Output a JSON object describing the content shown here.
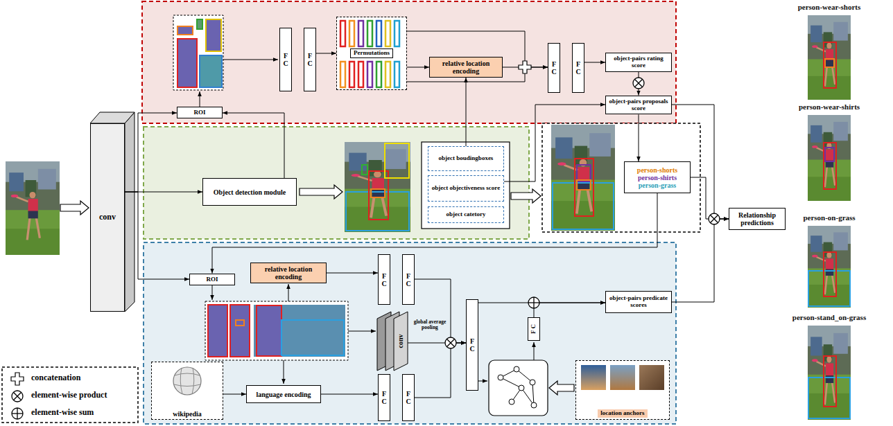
{
  "diagram": {
    "nodes": [
      {
        "text": [
          "F C"
        ]
      },
      {
        "text": [
          "F C"
        ]
      },
      {
        "text": [
          "Permutations"
        ]
      },
      {
        "text": [
          "relative location encoding"
        ]
      },
      {
        "text": [
          "F C"
        ]
      },
      {
        "text": [
          "F C"
        ]
      },
      {
        "text": [
          "object-pairs rating score"
        ]
      },
      {
        "text": [
          "object-pairs proposals score"
        ]
      },
      {
        "text": [
          "ROI"
        ]
      },
      {
        "text": [
          "conv"
        ]
      },
      {
        "text": [
          "Object detection module"
        ]
      },
      {
        "text": [
          "object boudingboxes"
        ]
      },
      {
        "text": [
          "object objectiveness score"
        ]
      },
      {
        "text": [
          "object catetory"
        ]
      },
      {
        "text": [
          "person-shorts",
          "person-shirts",
          "person-grass"
        ]
      },
      {
        "text": [
          "Relationship predictions"
        ]
      },
      {
        "text": [
          "ROI"
        ]
      },
      {
        "text": [
          "relative location encoding"
        ]
      },
      {
        "text": [
          "F C"
        ]
      },
      {
        "text": [
          "F C"
        ]
      },
      {
        "text": [
          "conv"
        ]
      },
      {
        "text": [
          "F C"
        ]
      },
      {
        "text": [
          "F C"
        ]
      },
      {
        "text": [
          "object-pairs predicate scores"
        ]
      },
      {
        "text": [
          "wikipedia"
        ]
      },
      {
        "text": [
          "language encoding"
        ]
      },
      {
        "text": [
          "F C"
        ]
      },
      {
        "text": [
          "F C"
        ]
      },
      {
        "text": [
          "location anchors"
        ]
      }
    ],
    "edges": [
      {
        "from": 9,
        "to": 10,
        "arrow": "to"
      },
      {
        "from": 9,
        "to": 8,
        "arrow": "to"
      },
      {
        "from": 9,
        "to": 16,
        "arrow": "to"
      },
      {
        "from": 10,
        "to": 8,
        "arrow": "to"
      },
      {
        "from": 1,
        "to": 2,
        "arrow": "to"
      },
      {
        "from": 2,
        "to": 3,
        "arrow": "to"
      },
      {
        "from": 2,
        "to": 4,
        "arrow": "to"
      },
      {
        "from": 3,
        "to": 4,
        "arrow": "to"
      },
      {
        "from": 11,
        "to": 3,
        "arrow": "to"
      },
      {
        "from": 5,
        "to": 6,
        "arrow": "to"
      },
      {
        "from": 6,
        "to": 7,
        "arrow": "to"
      },
      {
        "from": 12,
        "to": 7,
        "arrow": "to"
      },
      {
        "from": 7,
        "to": 14,
        "arrow": "to"
      },
      {
        "from": 7,
        "to": 15,
        "arrow": "to"
      },
      {
        "from": 14,
        "to": 15,
        "arrow": "to"
      },
      {
        "from": 23,
        "to": 15,
        "arrow": "to"
      },
      {
        "from": 14,
        "to": 16,
        "arrow": "to"
      },
      {
        "from": 17,
        "to": 18,
        "arrow": "to"
      },
      {
        "from": 19,
        "to": 21,
        "arrow": "to"
      },
      {
        "from": 20,
        "to": 21,
        "label": "global average pooling",
        "arrow": "to"
      },
      {
        "from": 24,
        "to": 25,
        "arrow": "to"
      },
      {
        "from": 25,
        "to": 26,
        "arrow": "to"
      },
      {
        "from": 27,
        "to": 21,
        "arrow": "to"
      },
      {
        "from": 21,
        "to": 23,
        "arrow": "to"
      },
      {
        "from": 22,
        "to": 23,
        "arrow": "to"
      }
    ],
    "labels": [
      "person-wear-shorts",
      "person-wear-shirts",
      "person-on-grass",
      "person-stand_on-grass"
    ],
    "legend": [
      {
        "text": "concatenation"
      },
      {
        "text": "element-wise product"
      },
      {
        "text": "element-wise sum"
      }
    ]
  }
}
